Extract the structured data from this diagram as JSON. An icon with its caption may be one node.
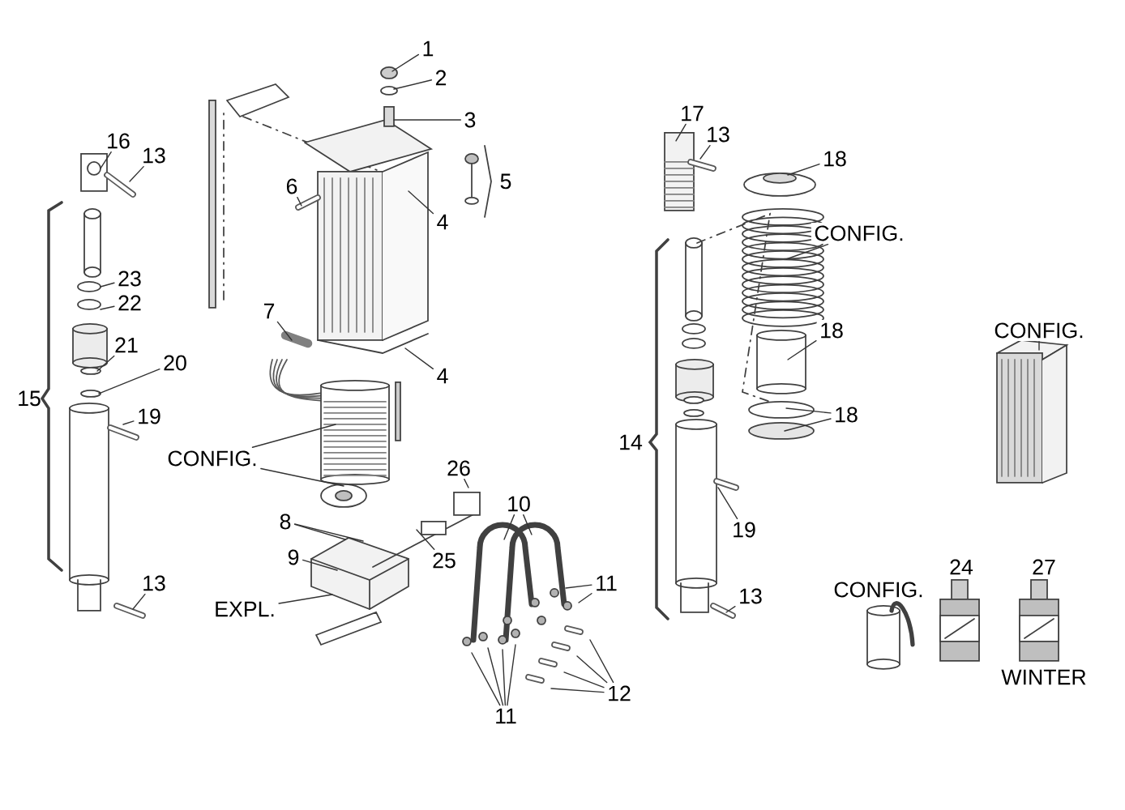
{
  "diagram": {
    "nodes": [
      {
        "text": [
          "1"
        ]
      },
      {
        "text": [
          "2"
        ]
      },
      {
        "text": [
          "3"
        ]
      },
      {
        "text": [
          "4"
        ]
      },
      {
        "text": [
          "6"
        ]
      },
      {
        "text": [
          "4"
        ]
      },
      {
        "text": [
          "7"
        ]
      },
      {
        "text": [
          "CONFIG."
        ]
      },
      {
        "text": [
          "26"
        ]
      },
      {
        "text": [
          "8"
        ]
      },
      {
        "text": [
          "25"
        ]
      },
      {
        "text": [
          "9"
        ]
      },
      {
        "text": [
          "EXPL."
        ]
      },
      {
        "text": [
          "10"
        ]
      },
      {
        "text": [
          "11"
        ]
      },
      {
        "text": [
          "12"
        ]
      },
      {
        "text": [
          "11"
        ]
      },
      {
        "text": [
          "16"
        ]
      },
      {
        "text": [
          "13"
        ]
      },
      {
        "text": [
          "23"
        ]
      },
      {
        "text": [
          "22"
        ]
      },
      {
        "text": [
          "21"
        ]
      },
      {
        "text": [
          "20"
        ]
      },
      {
        "text": [
          "19"
        ]
      },
      {
        "text": [
          "13"
        ]
      },
      {
        "text": [
          "17"
        ]
      },
      {
        "text": [
          "13"
        ]
      },
      {
        "text": [
          "18"
        ]
      },
      {
        "text": [
          "CONFIG."
        ]
      },
      {
        "text": [
          "18"
        ]
      },
      {
        "text": [
          "18"
        ]
      },
      {
        "text": [
          "19"
        ]
      },
      {
        "text": [
          "13"
        ]
      },
      {
        "text": [
          "CONFIG."
        ]
      }
    ],
    "edges": [
      {
        "from": 0,
        "to": null,
        "arrow": "none"
      },
      {
        "from": 1,
        "to": null,
        "arrow": "none"
      },
      {
        "from": 2,
        "to": null,
        "arrow": "none"
      },
      {
        "from": 3,
        "to": null,
        "arrow": "none"
      },
      {
        "from": 4,
        "to": null,
        "arrow": "none"
      },
      {
        "from": 5,
        "to": null,
        "arrow": "none"
      },
      {
        "from": 6,
        "to": null,
        "arrow": "none"
      },
      {
        "from": 7,
        "to": null,
        "arrow": "none"
      },
      {
        "from": 7,
        "to": null,
        "arrow": "none"
      },
      {
        "from": 8,
        "to": null,
        "arrow": "none"
      },
      {
        "from": 9,
        "to": null,
        "arrow": "none"
      },
      {
        "from": 9,
        "to": null,
        "arrow": "none"
      },
      {
        "from": 10,
        "to": null,
        "arrow": "none"
      },
      {
        "from": 11,
        "to": null,
        "arrow": "none"
      },
      {
        "from": 12,
        "to": null,
        "arrow": "none"
      },
      {
        "from": 13,
        "to": null,
        "arrow": "none"
      },
      {
        "from": 13,
        "to": null,
        "arrow": "none"
      },
      {
        "from": 14,
        "to": null,
        "arrow": "none"
      },
      {
        "from": 14,
        "to": null,
        "arrow": "none"
      },
      {
        "from": 15,
        "to": null,
        "arrow": "none"
      },
      {
        "from": 15,
        "to": null,
        "arrow": "none"
      },
      {
        "from": 15,
        "to": null,
        "arrow": "none"
      },
      {
        "from": 15,
        "to": null,
        "arrow": "none"
      },
      {
        "from": 16,
        "to": null,
        "arrow": "none"
      },
      {
        "from": 16,
        "to": null,
        "arrow": "none"
      },
      {
        "from": 16,
        "to": null,
        "arrow": "none"
      },
      {
        "from": 16,
        "to": null,
        "arrow": "none"
      },
      {
        "from": 17,
        "to": null,
        "arrow": "none"
      },
      {
        "from": 18,
        "to": null,
        "arrow": "none"
      },
      {
        "from": 19,
        "to": null,
        "arrow": "none"
      },
      {
        "from": 20,
        "to": null,
        "arrow": "none"
      },
      {
        "from": 21,
        "to": null,
        "arrow": "none"
      },
      {
        "from": 22,
        "to": null,
        "arrow": "none"
      },
      {
        "from": 23,
        "to": null,
        "arrow": "none"
      },
      {
        "from": 24,
        "to": null,
        "arrow": "none"
      },
      {
        "from": 25,
        "to": null,
        "arrow": "none"
      },
      {
        "from": 26,
        "to": null,
        "arrow": "none"
      },
      {
        "from": 27,
        "to": null,
        "arrow": "none"
      },
      {
        "from": 28,
        "to": null,
        "arrow": "none"
      },
      {
        "from": 29,
        "to": null,
        "arrow": "none"
      },
      {
        "from": 30,
        "to": null,
        "arrow": "none"
      },
      {
        "from": 30,
        "to": null,
        "arrow": "none"
      },
      {
        "from": 31,
        "to": null,
        "arrow": "none"
      },
      {
        "from": 32,
        "to": null,
        "arrow": "none"
      },
      {
        "from": 33,
        "to": null,
        "arrow": "none"
      }
    ],
    "labels": [
      "5",
      "15",
      "14",
      "CONFIG.",
      "24",
      "27",
      "WINTER"
    ]
  }
}
